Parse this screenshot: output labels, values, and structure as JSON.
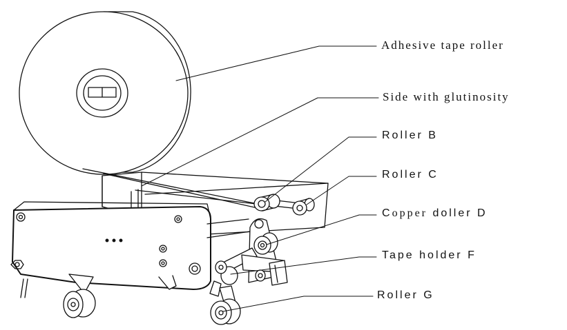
{
  "labels": {
    "adhesive_tape_roller": "Adhesive tape roller",
    "side_with_glutinosity": "Side with glutinosity",
    "roller_b": "Roller B",
    "roller_c": "Roller C",
    "copper_roller_d_first": "C",
    "copper_roller_d_word": "opper",
    "copper_roller_d_rest": " doller D",
    "tape_holder_f": "Tape holder F",
    "roller_g": "Roller G"
  },
  "colors": {
    "line": "#111111",
    "background": "#ffffff"
  }
}
